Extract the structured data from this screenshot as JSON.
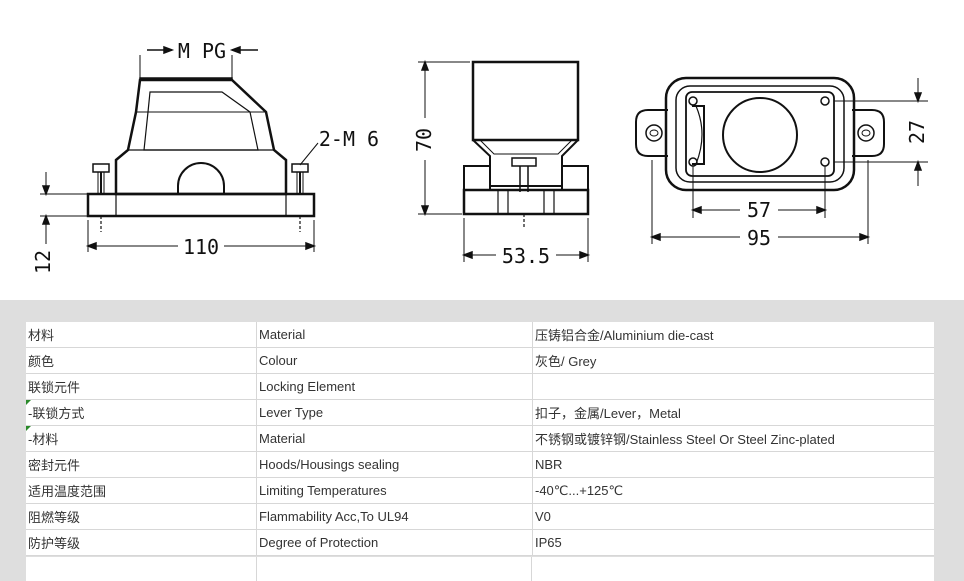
{
  "drawing": {
    "front_view": {
      "mpg_label": "M PG",
      "screw_label": "2-M 6",
      "width_label": "110",
      "height_label": "12"
    },
    "side_view": {
      "height_label": "70",
      "width_label": "53.5"
    },
    "top_view": {
      "height_label": "27",
      "inner_width_label": "57",
      "outer_width_label": "95"
    }
  },
  "specs": [
    {
      "cn": "材料",
      "en": "Material",
      "value": "压铸铝合金/Aluminium die-cast",
      "marker": false
    },
    {
      "cn": "颜色",
      "en": "Colour",
      "value": "灰色/ Grey",
      "marker": false
    },
    {
      "cn": "联锁元件",
      "en": "Locking Element",
      "value": "",
      "marker": false
    },
    {
      "cn": " -联锁方式",
      "en": "Lever Type",
      "value": "扣子，金属/Lever，Metal",
      "marker": true
    },
    {
      "cn": " -材料",
      "en": "Material",
      "value": "不锈钢或镀锌钢/Stainless Steel Or Steel Zinc-plated",
      "marker": true
    },
    {
      "cn": "密封元件",
      "en": "Hoods/Housings sealing",
      "value": "NBR",
      "marker": false
    },
    {
      "cn": "适用温度范围",
      "en": "Limiting Temperatures",
      "value": "-40℃...+125℃",
      "marker": false
    },
    {
      "cn": "阻燃等级",
      "en": "Flammability Acc,To UL94",
      "value": "V0",
      "marker": false
    },
    {
      "cn": "防护等级",
      "en": "Degree of Protection",
      "value": "IP65",
      "marker": false
    }
  ]
}
